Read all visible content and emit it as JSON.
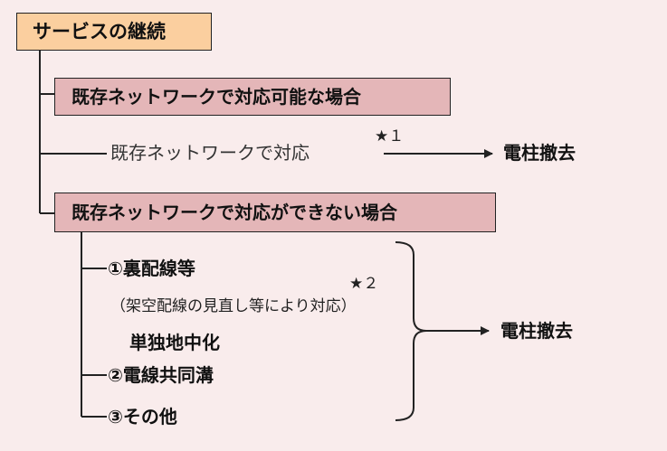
{
  "title": "サービスの継続",
  "cases": {
    "possible": {
      "heading": "既存ネットワークで対応可能な場合",
      "method": "既存ネットワークで対応",
      "mark": "★１",
      "result": "電柱撤去"
    },
    "impossible": {
      "heading": "既存ネットワークで対応ができない場合",
      "option1": "①裏配線等",
      "option1_note": "（架空配線の見直し等により対応）",
      "mark": "★２",
      "option_undergrounding": "単独地中化",
      "option2": "②電線共同溝",
      "option3": "③その他",
      "result": "電柱撤去"
    }
  },
  "colors": {
    "background": "#f9ecec",
    "title_box": "#fbcf9f",
    "case_box": "#e4b6b8",
    "line": "#222222"
  }
}
